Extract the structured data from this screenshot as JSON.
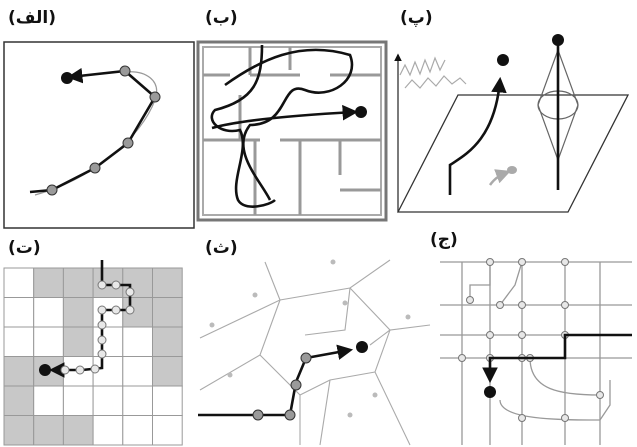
{
  "panels": [
    {
      "id": "a",
      "label": "(الف)"
    },
    {
      "id": "b",
      "label": "(ب)"
    },
    {
      "id": "c",
      "label": "(پ)"
    },
    {
      "id": "d",
      "label": "(ت)"
    },
    {
      "id": "e",
      "label": "(ث)"
    },
    {
      "id": "f",
      "label": "(ج)"
    }
  ],
  "colors": {
    "path": "#111111",
    "node": "#9a9a9a",
    "grid_shade": "#c8c8c8",
    "line": "#999999"
  }
}
